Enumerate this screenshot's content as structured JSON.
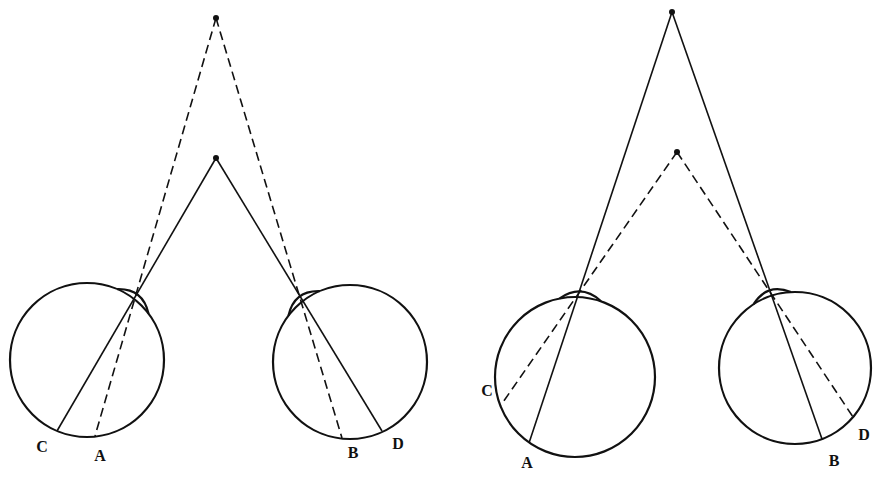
{
  "diagram": {
    "labels": [
      "C",
      "A",
      "B",
      "D",
      "C",
      "A",
      "B",
      "D"
    ]
  }
}
